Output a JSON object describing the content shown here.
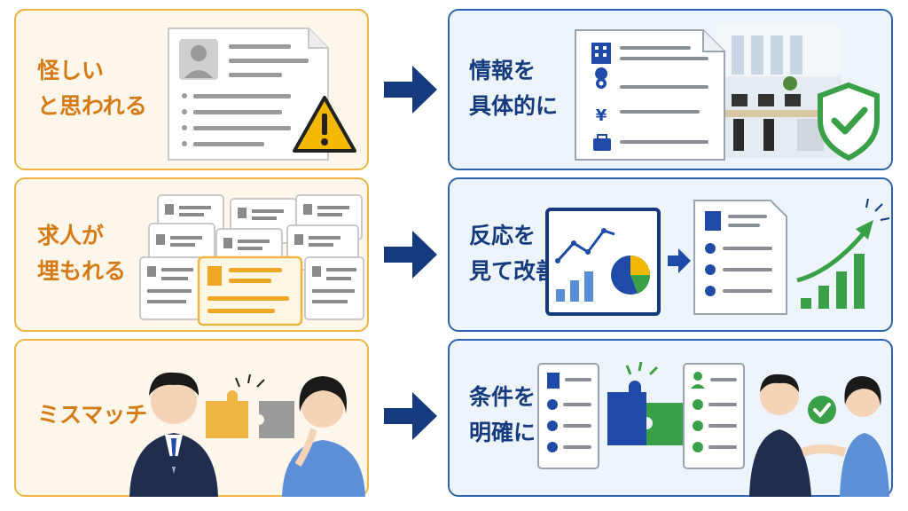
{
  "rows": [
    {
      "problem": "怪しい\nと思われる",
      "solution": "情報を\n具体的に"
    },
    {
      "problem": "求人が\n埋もれる",
      "solution": "反応を\n見て改善"
    },
    {
      "problem": "ミスマッチ",
      "solution": "条件を\n明確に"
    }
  ],
  "icons": {
    "yen": "¥"
  },
  "colors": {
    "orange": "#f0b443",
    "orange_text": "#d67a16",
    "navy": "#163a7e",
    "blue": "#2e63b3",
    "green": "#3aa047"
  }
}
